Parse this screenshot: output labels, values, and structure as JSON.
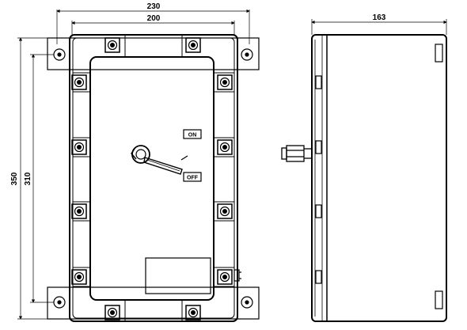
{
  "dimensions": {
    "flange_width": "230",
    "enclosure_width": "200",
    "flange_height": "350",
    "enclosure_height": "310",
    "depth": "163"
  },
  "labels": {
    "on": "ON",
    "off": "OFF"
  }
}
